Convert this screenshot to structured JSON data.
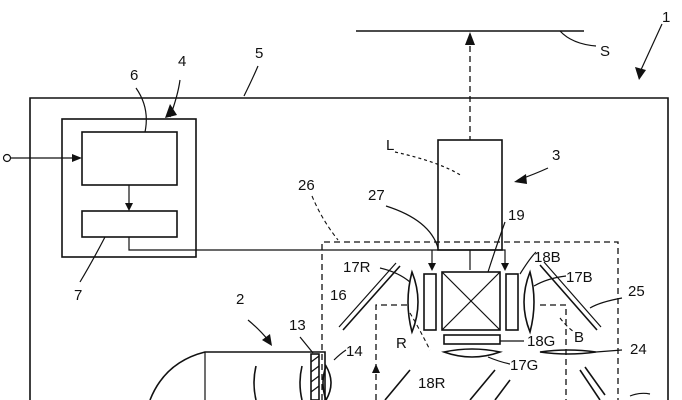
{
  "labels": {
    "device": "1",
    "screen": "S",
    "light": "L",
    "unit3": "3",
    "unit4": "4",
    "unit5": "5",
    "unit6": "6",
    "unit7": "7",
    "unit26": "26",
    "unit27": "27",
    "unit19": "19",
    "unit18B": "18B",
    "unit17R": "17R",
    "unit17B": "17B",
    "unit25": "25",
    "unit16": "16",
    "unit2": "2",
    "unit13": "13",
    "unit14": "14",
    "unitR": "R",
    "unit18G": "18G",
    "unitB": "B",
    "unit24": "24",
    "unit17G": "17G",
    "unit18R": "18R"
  },
  "colors": {
    "line": "#111111",
    "background": "#ffffff"
  }
}
